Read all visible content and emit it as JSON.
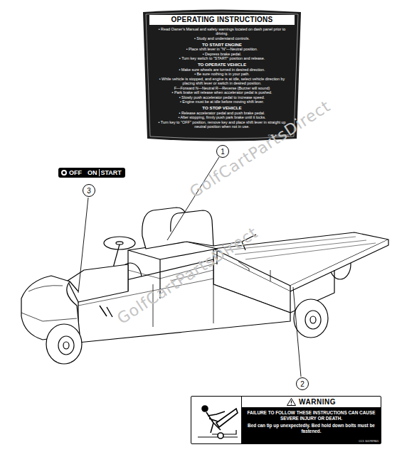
{
  "diagram": {
    "nodes": [
      {
        "text": [
          "OPERATING INSTRUCTIONS",
          "• Read Owner's Manual and safety warnings located on dash panel prior to driving.",
          "• Study and understand controls.",
          "TO START ENGINE",
          "• Place shift lever in \"N\"—Neutral position.",
          "• Depress brake pedal.",
          "• Turn key switch to \"START\" position and release.",
          "TO OPERATE VEHICLE",
          "• Make sure wheels are turned in desired direction.",
          "• Be sure nothing is in your path.",
          "• While vehicle is stopped, and engine is at idle, select vehicle direction by placing shift lever or switch in desired position.",
          "F—Forward N—Neutral R—Reverse (Buzzer will sound)",
          "• Park brake will release when accelerator pedal is pushed.",
          "• Slowly push accelerator pedal to increase speed.",
          "• Engine must be at idle before moving shift lever.",
          "TO STOP VEHICLE",
          "• Release accelerator pedal and push brake pedal.",
          "• After stopping, firmly push park brake until it locks.",
          "• Turn key to \"OFF\" position, remove key and place shift lever in straight up neutral position when not in use.",
          "CC1 101909801"
        ]
      },
      {
        "text": [
          "1"
        ]
      },
      {
        "text": [
          "OFF",
          "ON",
          "START"
        ]
      },
      {
        "text": [
          "3"
        ]
      },
      {
        "text": [
          "2"
        ]
      },
      {
        "text": [
          "WARNING",
          "FAILURE TO FOLLOW THESE INSTRUCTIONS CAN CAUSE SEVERE INJURY OR DEATH.",
          "Bed can tip up unexpectedly. Bed hold down bolts must be fastened.",
          "CC1 101787801"
        ]
      }
    ],
    "labels": [
      "GolfCartPartsDirect",
      "GolfCartPartsDirect"
    ]
  }
}
